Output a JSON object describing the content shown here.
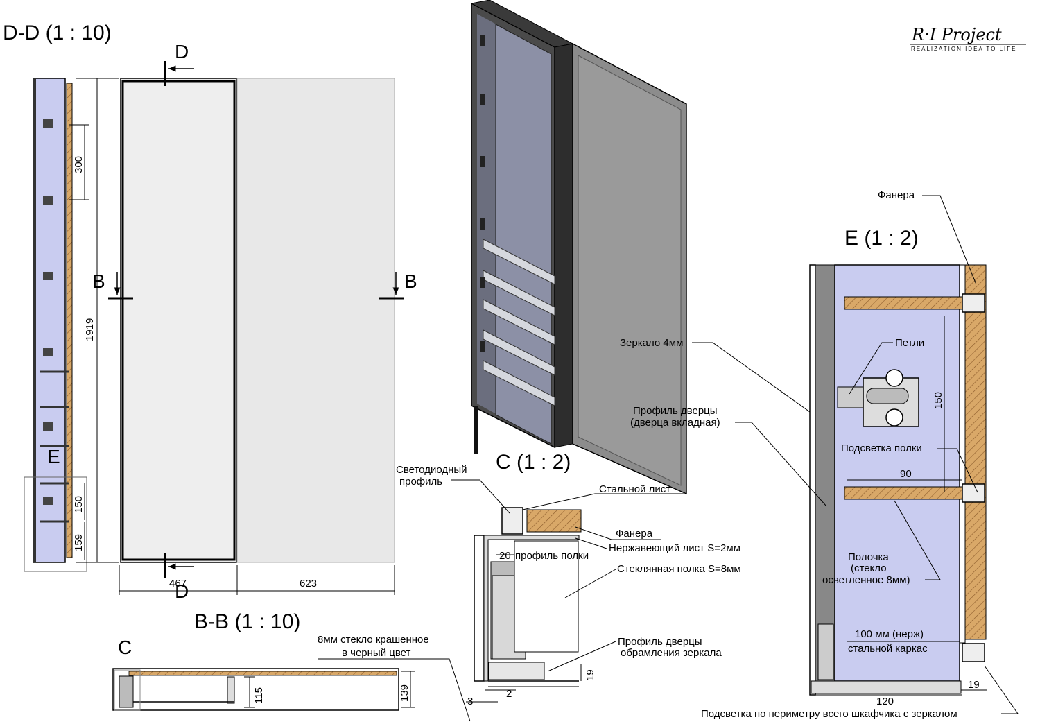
{
  "logo": {
    "script": "R·I Project",
    "tagline": "REALIZATION IDEA TO LIFE"
  },
  "views": {
    "dd": {
      "title": "D-D (1 : 10)"
    },
    "bb": {
      "title": "B-B (1 : 10)"
    },
    "c": {
      "title": "C (1 : 2)"
    },
    "e": {
      "title": "E (1 : 2)"
    }
  },
  "section_marks": {
    "d": "D",
    "b": "B",
    "c": "C",
    "e": "E"
  },
  "dimensions": {
    "dd_300": "300",
    "dd_1919": "1919",
    "dd_150": "150",
    "dd_159": "159",
    "dd_467": "467",
    "dd_623": "623",
    "bb_115": "115",
    "bb_139": "139",
    "c_20": "20",
    "c_19": "19",
    "c_3": "3",
    "c_2": "2",
    "e_150": "150",
    "e_90": "90",
    "e_120": "120",
    "e_19": "19"
  },
  "labels": {
    "black_glass_1": "8мм стекло крашенное",
    "black_glass_2": "в черный цвет",
    "led_profile_1": "Светодиодный",
    "led_profile_2": "профиль",
    "steel_sheet": "Стальной лист",
    "plywood_c": "Фанера",
    "stainless": "Нержавеющий лист S=2мм",
    "shelf_profile": "профиль полки",
    "glass_shelf": "Стеклянная полка S=8мм",
    "door_profile_frame_1": "Профиль дверцы",
    "door_profile_frame_2": "обрамления зеркала",
    "plywood_e": "Фанера",
    "mirror": "Зеркало 4мм",
    "door_profile_1": "Профиль дверцы",
    "door_profile_2": "(дверца вкладная)",
    "hinges": "Петли",
    "shelf_light": "Подсветка полки",
    "shelf_1": "Полочка",
    "shelf_2": "(стекло",
    "shelf_3": "осветленное 8мм)",
    "steel_frame_1": "100 мм (нерж)",
    "steel_frame_2": "стальной каркас",
    "perimeter_light": "Подсветка по периметру всего шкафчика с зеркалом"
  }
}
